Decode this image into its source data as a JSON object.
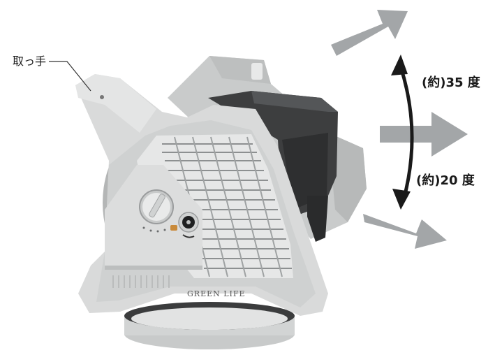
{
  "callout": {
    "handle_label": "取っ手"
  },
  "angles": {
    "up_label": "(約)35 度",
    "down_label": "(約)20 度"
  },
  "product": {
    "brand": "GREEN LIFE"
  },
  "icons": {
    "arrows": [
      "arrow-up-right-icon",
      "arrow-right-icon",
      "arrow-down-right-icon",
      "curved-double-arrow-icon"
    ]
  },
  "colors": {
    "body": "#d8d9d9",
    "body_shadow": "#b9bbbb",
    "dark_housing": "#3a3b3c",
    "arrow_gray": "#a3a6a8",
    "arc_black": "#1a1a1a",
    "text": "#1a1a1a"
  }
}
